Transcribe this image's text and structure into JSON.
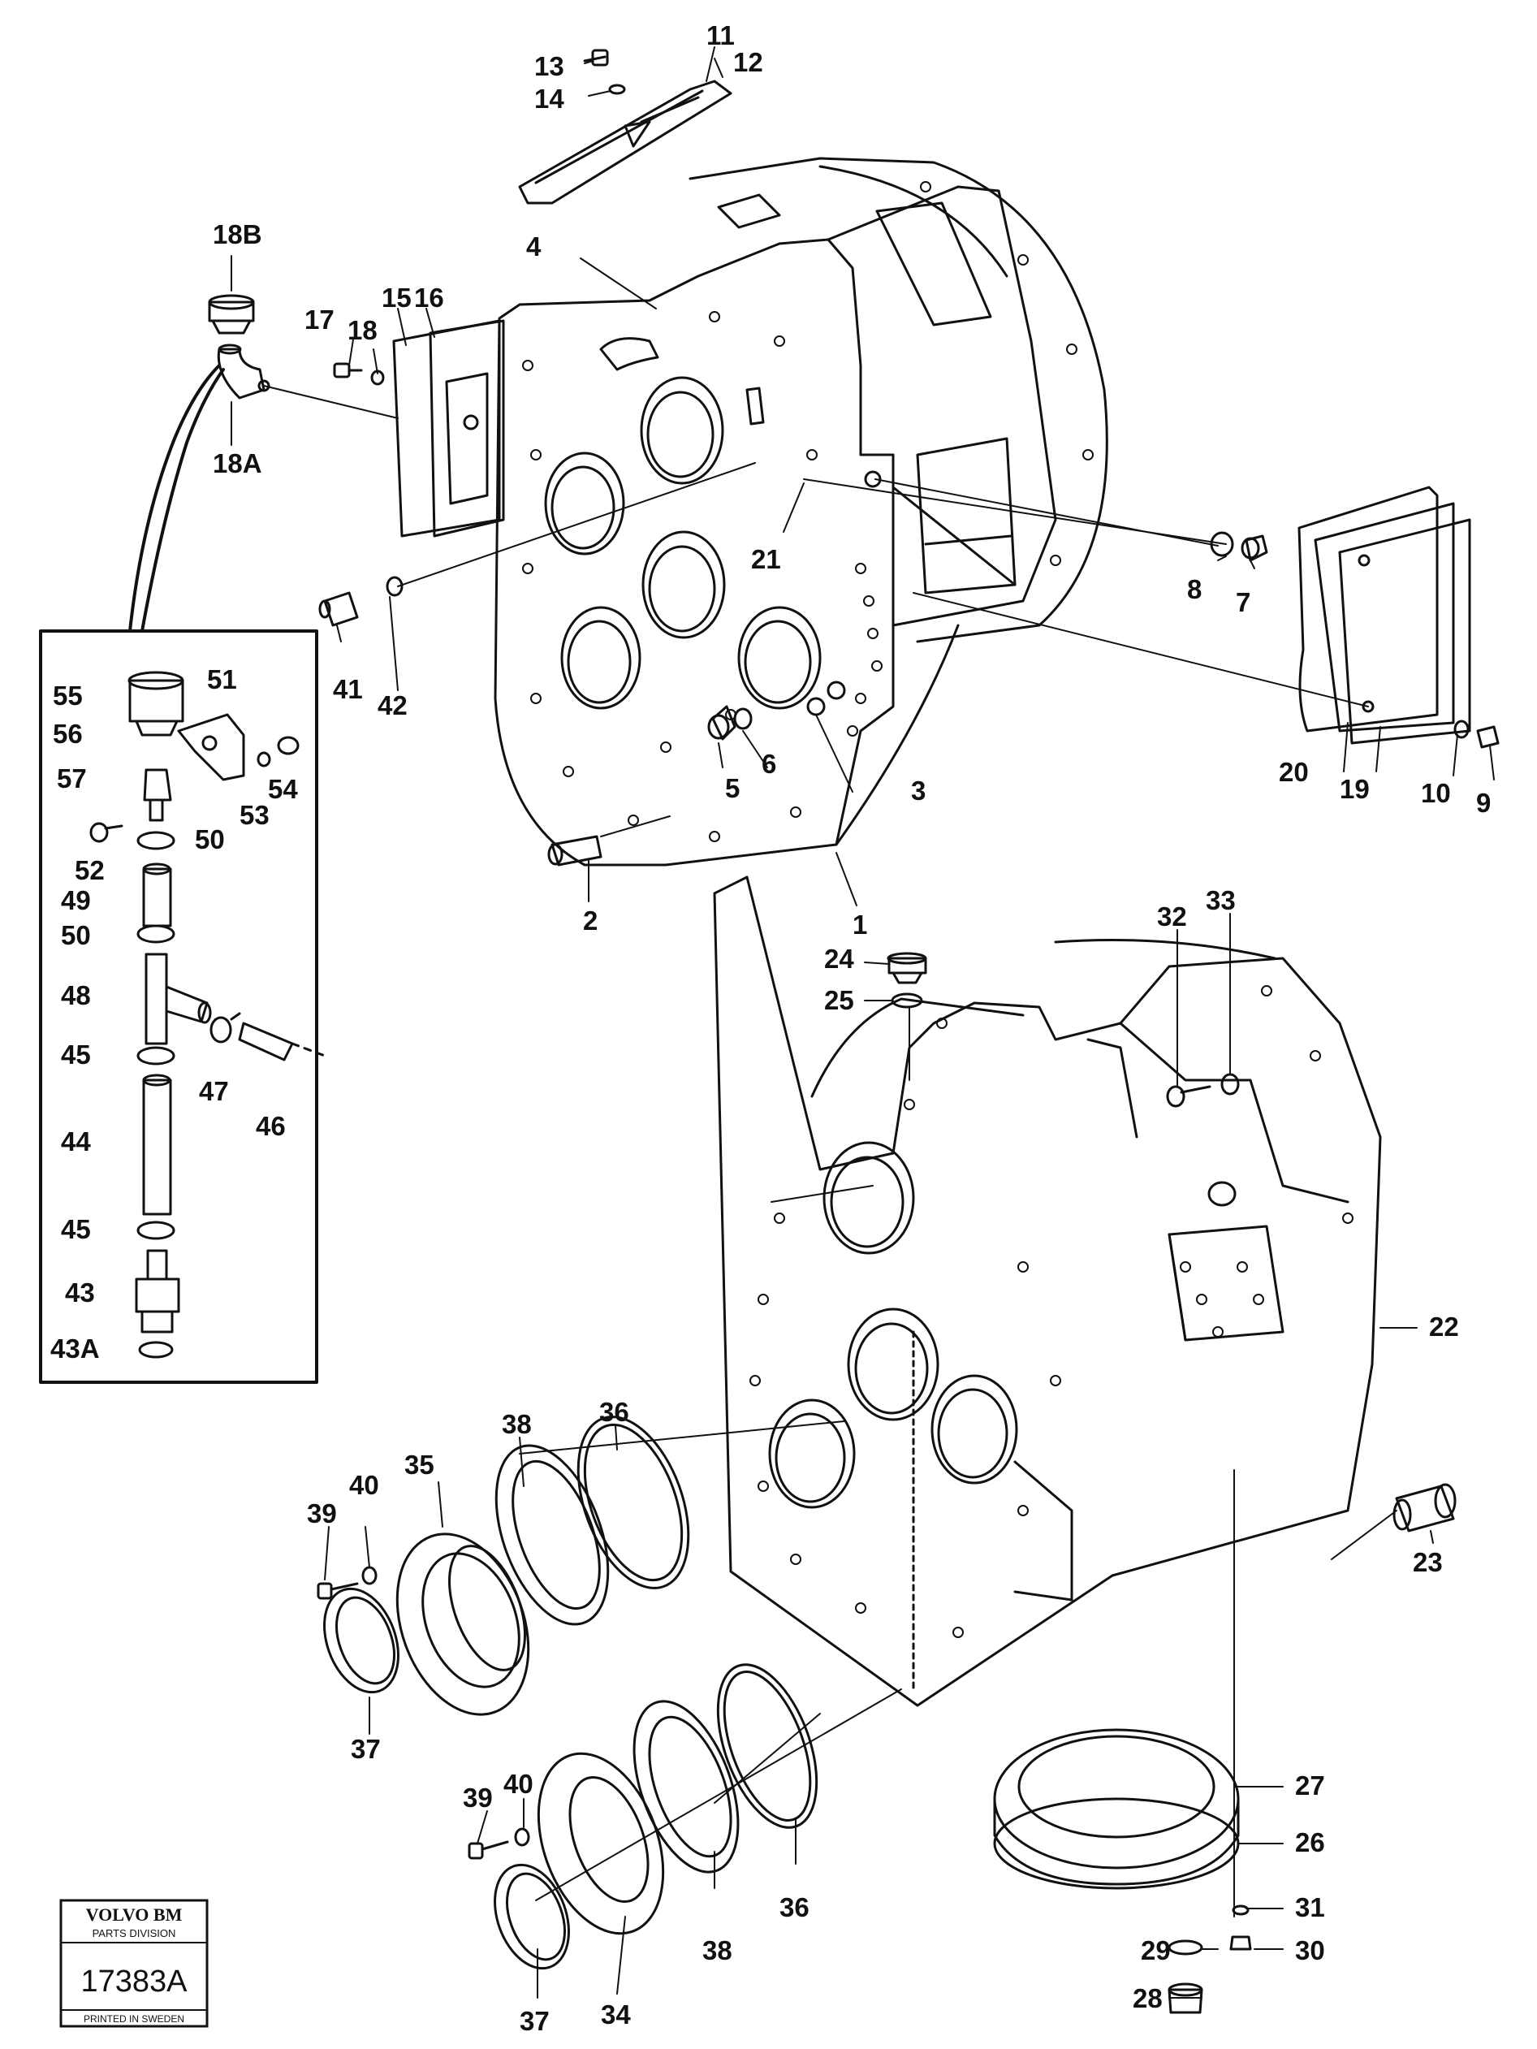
{
  "stamp": {
    "brand": "VOLVO BM",
    "division": "PARTS DIVISION",
    "number": "17383A",
    "printed": "PRINTED IN SWEDEN"
  },
  "labels": [
    {
      "id": "11",
      "text": "11"
    },
    {
      "id": "12",
      "text": "12"
    },
    {
      "id": "13",
      "text": "13"
    },
    {
      "id": "14",
      "text": "14"
    },
    {
      "id": "18B",
      "text": "18B"
    },
    {
      "id": "4",
      "text": "4"
    },
    {
      "id": "17",
      "text": "17"
    },
    {
      "id": "18",
      "text": "18"
    },
    {
      "id": "15",
      "text": "15"
    },
    {
      "id": "16",
      "text": "16"
    },
    {
      "id": "18A",
      "text": "18A"
    },
    {
      "id": "21",
      "text": "21"
    },
    {
      "id": "8",
      "text": "8"
    },
    {
      "id": "7",
      "text": "7"
    },
    {
      "id": "41",
      "text": "41"
    },
    {
      "id": "42",
      "text": "42"
    },
    {
      "id": "5",
      "text": "5"
    },
    {
      "id": "6",
      "text": "6"
    },
    {
      "id": "3",
      "text": "3"
    },
    {
      "id": "20",
      "text": "20"
    },
    {
      "id": "19",
      "text": "19"
    },
    {
      "id": "10",
      "text": "10"
    },
    {
      "id": "9",
      "text": "9"
    },
    {
      "id": "2",
      "text": "2"
    },
    {
      "id": "1",
      "text": "1"
    },
    {
      "id": "55",
      "text": "55"
    },
    {
      "id": "51",
      "text": "51"
    },
    {
      "id": "56",
      "text": "56"
    },
    {
      "id": "57",
      "text": "57"
    },
    {
      "id": "54",
      "text": "54"
    },
    {
      "id": "53",
      "text": "53"
    },
    {
      "id": "52",
      "text": "52"
    },
    {
      "id": "50a",
      "text": "50"
    },
    {
      "id": "49",
      "text": "49"
    },
    {
      "id": "50b",
      "text": "50"
    },
    {
      "id": "48",
      "text": "48"
    },
    {
      "id": "45a",
      "text": "45"
    },
    {
      "id": "47",
      "text": "47"
    },
    {
      "id": "46",
      "text": "46"
    },
    {
      "id": "44",
      "text": "44"
    },
    {
      "id": "45b",
      "text": "45"
    },
    {
      "id": "43",
      "text": "43"
    },
    {
      "id": "43A",
      "text": "43A"
    },
    {
      "id": "32",
      "text": "32"
    },
    {
      "id": "33",
      "text": "33"
    },
    {
      "id": "24",
      "text": "24"
    },
    {
      "id": "25",
      "text": "25"
    },
    {
      "id": "22",
      "text": "22"
    },
    {
      "id": "23",
      "text": "23"
    },
    {
      "id": "38a",
      "text": "38"
    },
    {
      "id": "36a",
      "text": "36"
    },
    {
      "id": "39a",
      "text": "39"
    },
    {
      "id": "40a",
      "text": "40"
    },
    {
      "id": "35",
      "text": "35"
    },
    {
      "id": "37a",
      "text": "37"
    },
    {
      "id": "39b",
      "text": "39"
    },
    {
      "id": "40b",
      "text": "40"
    },
    {
      "id": "36b",
      "text": "36"
    },
    {
      "id": "38b",
      "text": "38"
    },
    {
      "id": "34",
      "text": "34"
    },
    {
      "id": "37b",
      "text": "37"
    },
    {
      "id": "27",
      "text": "27"
    },
    {
      "id": "26",
      "text": "26"
    },
    {
      "id": "31",
      "text": "31"
    },
    {
      "id": "29",
      "text": "29"
    },
    {
      "id": "30",
      "text": "30"
    },
    {
      "id": "28",
      "text": "28"
    }
  ]
}
